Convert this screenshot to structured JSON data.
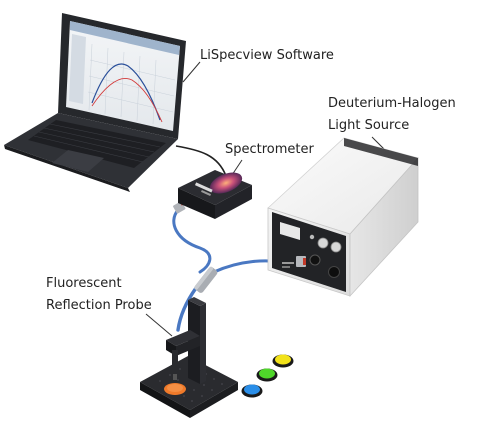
{
  "labels": {
    "software": "LiSpecview Software",
    "spectrometer": "Spectrometer",
    "light_source_line1": "Deuterium-Halogen",
    "light_source_line2": "Light Source",
    "probe_line1": "Fluorescent",
    "probe_line2": "Reflection Probe"
  },
  "colors": {
    "fiber": "#4a78c2",
    "laptop_body": "#2b2d31",
    "light_source_body": "#f0f0f0",
    "spectrometer_body": "#1f2024",
    "sample_orange": "#f07a2a",
    "filter_yellow": "#f2e21a",
    "filter_green": "#4fd62a",
    "filter_blue": "#2a8ee8"
  }
}
